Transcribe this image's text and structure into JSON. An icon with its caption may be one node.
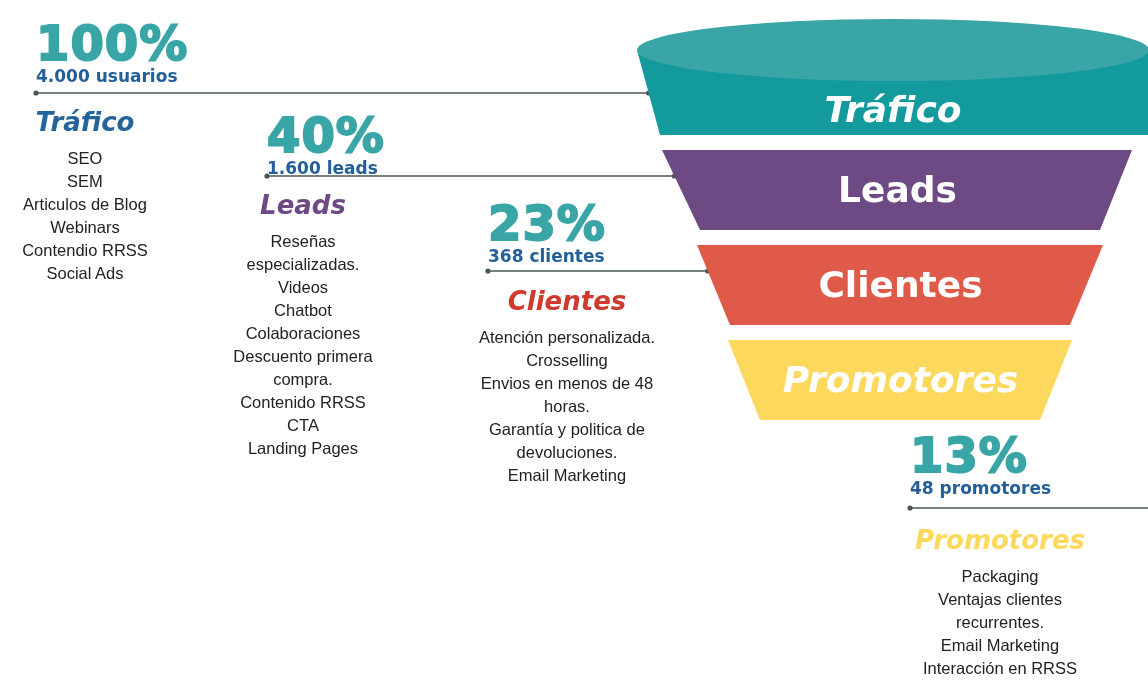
{
  "diagram": {
    "nodes": [
      {
        "text": [
          "Tráfico"
        ]
      },
      {
        "text": [
          "Leads"
        ]
      },
      {
        "text": [
          "Clientes"
        ]
      },
      {
        "text": [
          "Promotores"
        ]
      },
      {
        "text": [
          "100%",
          "4.000 usuarios"
        ]
      },
      {
        "text": [
          "40%",
          "1.600 leads"
        ]
      },
      {
        "text": [
          "23%",
          "368 clientes"
        ]
      },
      {
        "text": [
          "13%",
          "48 promotores"
        ]
      },
      {
        "text": [
          "Tráfico",
          "SEO",
          "SEM",
          "Articulos de Blog",
          "Webinars",
          "Contendio RRSS",
          "Social Ads"
        ]
      },
      {
        "text": [
          "Leads",
          "Reseñas especializadas.",
          "Videos",
          "Chatbot",
          "Colaboraciones",
          "Descuento primera compra.",
          "Contenido RRSS",
          "CTA",
          "Landing Pages"
        ]
      },
      {
        "text": [
          "Clientes",
          "Atención personalizada.",
          "Crosselling",
          "Envios en menos de 48 horas.",
          "Garantía y politica de devoluciones.",
          "Email Marketing"
        ]
      },
      {
        "text": [
          "Promotores",
          "Packaging",
          "Ventajas clientes recurrentes.",
          "Email Marketing",
          "Interacción en RRSS"
        ]
      }
    ],
    "edges": [
      {
        "from": 4,
        "to": 0,
        "arrow": "other"
      },
      {
        "from": 5,
        "to": 1,
        "arrow": "other"
      },
      {
        "from": 6,
        "to": 2,
        "arrow": "other"
      },
      {
        "from": 7,
        "to": null,
        "arrow": "other"
      }
    ]
  }
}
